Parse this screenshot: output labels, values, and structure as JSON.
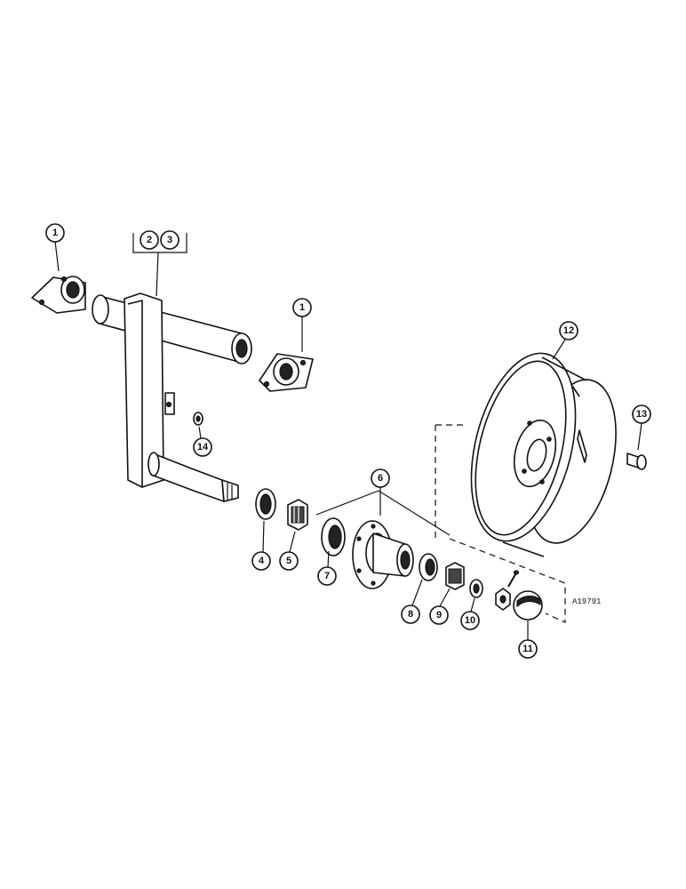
{
  "figure_id": "A19791",
  "callouts": [
    {
      "label": "1"
    },
    {
      "label": "2"
    },
    {
      "label": "3"
    },
    {
      "label": "1"
    },
    {
      "label": "14"
    },
    {
      "label": "4"
    },
    {
      "label": "5"
    },
    {
      "label": "6"
    },
    {
      "label": "7"
    },
    {
      "label": "8"
    },
    {
      "label": "9"
    },
    {
      "label": "10"
    },
    {
      "label": "11"
    },
    {
      "label": "12"
    },
    {
      "label": "13"
    }
  ]
}
